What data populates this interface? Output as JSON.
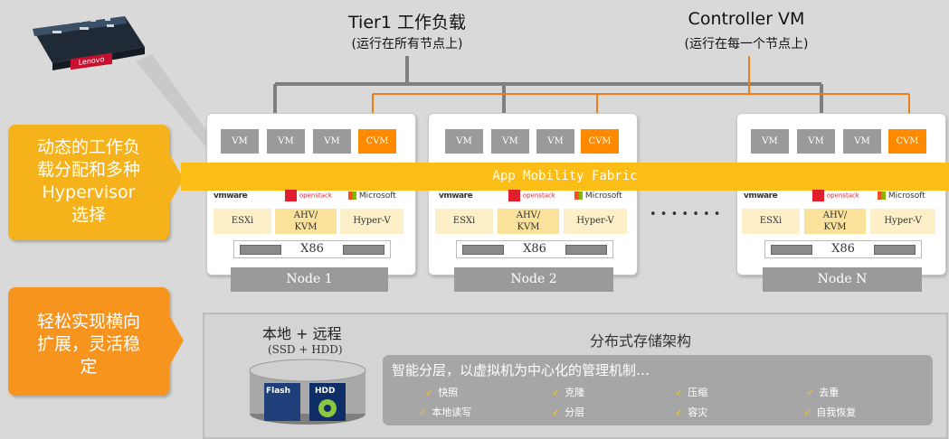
{
  "brand": {
    "server_label": "Lenovo"
  },
  "top": {
    "tier1_title": "Tier1 工作负载",
    "tier1_sub": "(运行在所有节点上)",
    "cvm_title": "Controller VM",
    "cvm_sub": "(运行在每一个节点上)"
  },
  "callouts": {
    "hypervisor": [
      "动态的工作负",
      "载分配和多种",
      "Hypervisor",
      "选择"
    ],
    "scale": [
      "轻松实现横向",
      "扩展，灵活稳",
      "定"
    ]
  },
  "fabric_label": "App Mobility Fabric",
  "vm_label": "VM",
  "cvm_label": "CVM",
  "vendors": {
    "vmware": "vmware",
    "openstack": "openstack",
    "microsoft": "Microsoft"
  },
  "hypervisors": {
    "esxi": "ESXi",
    "ahv_line1": "AHV/",
    "ahv_line2": "KVM",
    "hyperv": "Hyper-V"
  },
  "x86_label": "X86",
  "ellipsis": "• • • • • • •",
  "nodes": [
    "Node 1",
    "Node 2",
    "Node N"
  ],
  "storage": {
    "local_remote": "本地 + 远程",
    "media": "(SSD + HDD)",
    "title": "分布式存储架构",
    "tiering": "智能分层，以虚拟机为中心化的管理机制…",
    "flash_label": "Flash",
    "hdd_label": "HDD",
    "check_mark": "✓",
    "features": [
      "快照",
      "克隆",
      "压缩",
      "去重",
      "本地读写",
      "分层",
      "容灾",
      "自我恢复"
    ]
  },
  "colors": {
    "orange": "#ff8a00",
    "yellow": "#fbbd16",
    "gray": "#9a9a9a",
    "callout_yellow": "#f6b21b",
    "callout_orange": "#f7941d"
  }
}
